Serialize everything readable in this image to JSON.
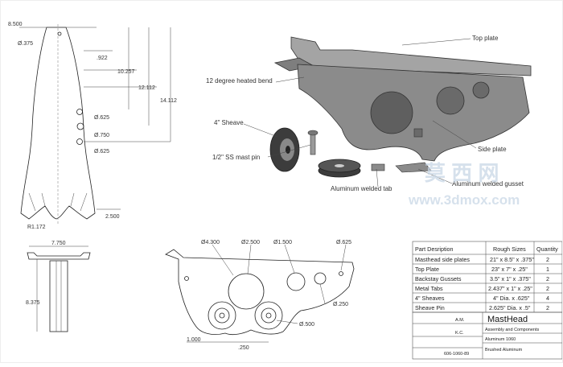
{
  "front_view_dims": {
    "top_width": "8.500",
    "hole_dia": "Ø.375",
    "d1": ".922",
    "d2": "10.257",
    "d3": "12.112",
    "d4": "14.112",
    "h1": "Ø.625",
    "h2": "Ø.750",
    "h3": "Ø.625",
    "radius": "R1.172",
    "bottom": "2.500"
  },
  "side_view_dims": {
    "width": "7.750",
    "height": "8.375"
  },
  "side_plate_dims": {
    "d_a": "Ø4.300",
    "d_b": "Ø2.500",
    "d_c": "Ø1.500",
    "d_d": "Ø.625",
    "d_e": "Ø.250",
    "d_f": "Ø.500",
    "d_g": "1.000",
    "d_h": ".250"
  },
  "callouts": {
    "top_plate": "Top plate",
    "bend": "12 degree heated bend",
    "sheave": "4\" Sheave",
    "mast_pin": "1/2\" SS mast pin",
    "side_plate": "Side plate",
    "gusset": "Aluminum welded gusset",
    "tab": "Aluminum welded tab"
  },
  "watermark": {
    "cn": "莫 西 网",
    "url": "www.3dmox.com"
  },
  "parts_table": {
    "headers": [
      "Part Desription",
      "Rough Sizes",
      "Quantity"
    ],
    "rows": [
      [
        "Masthead side plates",
        "21\" x 8.5\" x .375\"",
        "2"
      ],
      [
        "Top Plate",
        "23\" x 7\" x .25\"",
        "1"
      ],
      [
        "Backstay Gussets",
        "3.5\" x 1\" x .375\"",
        "2"
      ],
      [
        "Metal Tabs",
        "2.437\" x 1\" x .25\"",
        "2"
      ],
      [
        "4\" Sheaves",
        "4\" Dia. x .625\"",
        "4"
      ],
      [
        "Sheave Pin",
        "2.625\" Dia. x .5\"",
        "2"
      ]
    ]
  },
  "title_block": {
    "title": "MastHead",
    "subtitle": "Assembly and Components",
    "drawn_by": "A.M.",
    "checked_by": "K.C.",
    "drawing_no": "606-1060-89",
    "material": "Aluminum 1060",
    "finish": "Brushed Aluminum"
  },
  "colors": {
    "part": "#8b8b8b",
    "part_dark": "#5f5f5f",
    "line": "#222222",
    "watermark": "#c9d7e6"
  }
}
